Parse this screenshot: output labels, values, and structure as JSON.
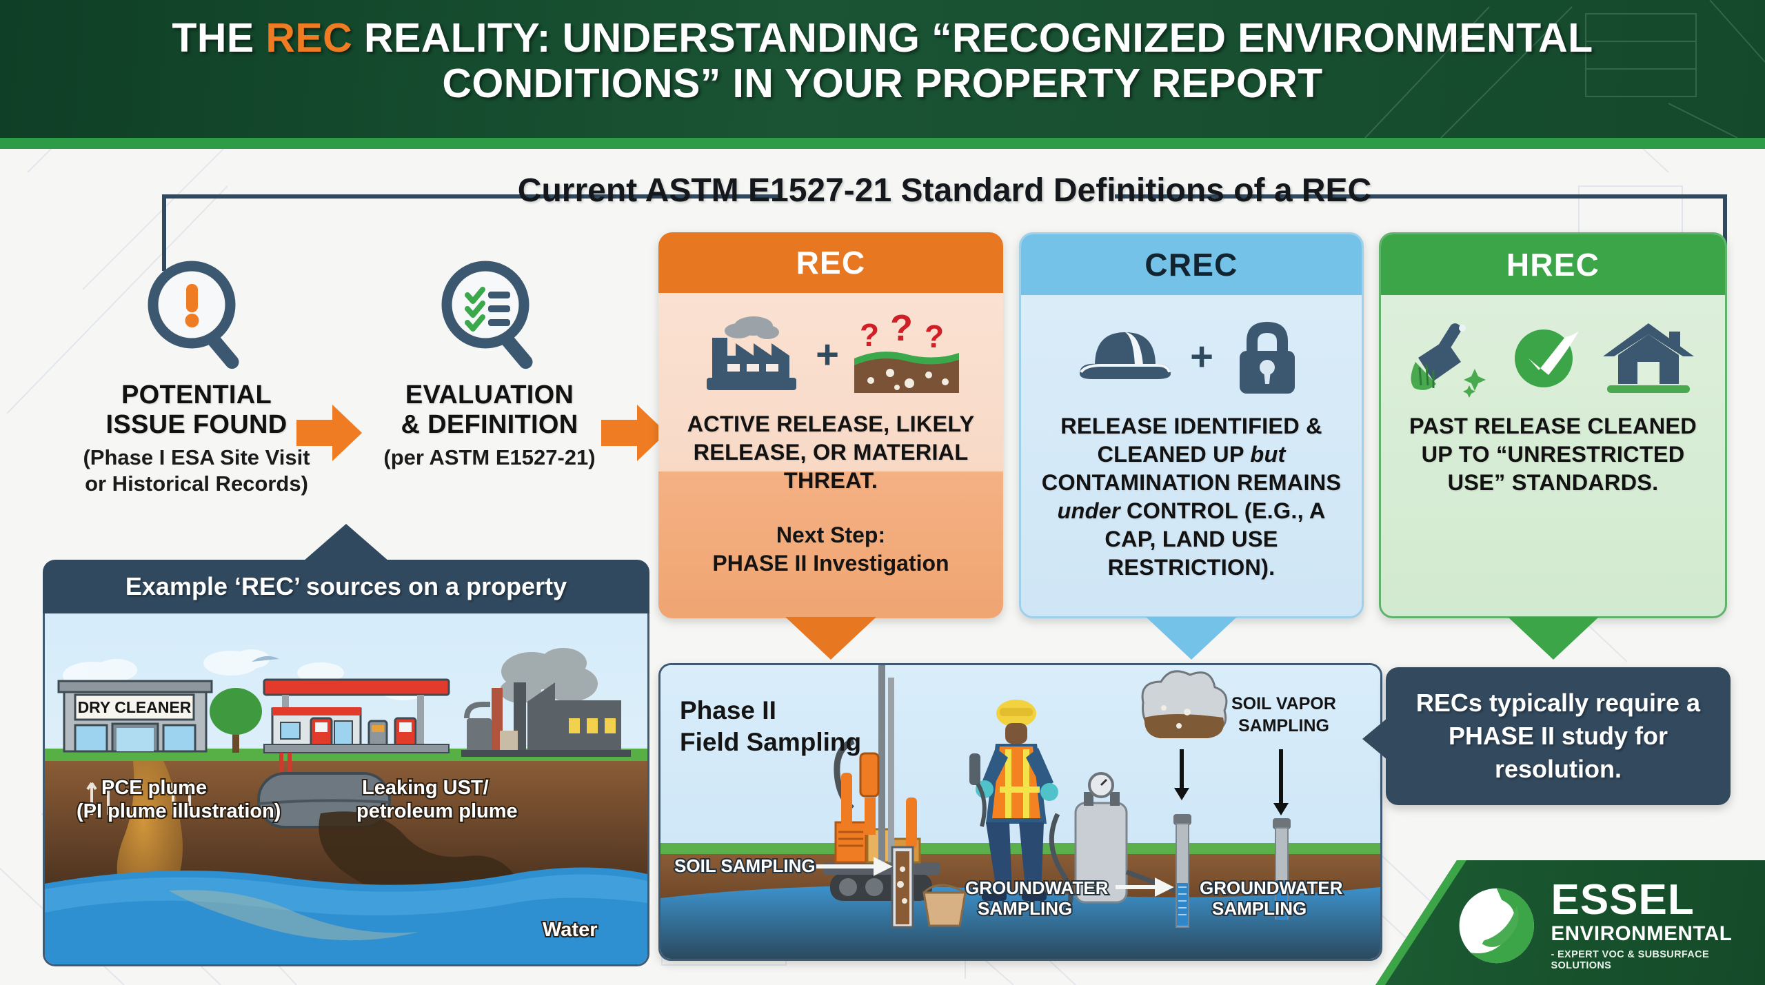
{
  "header": {
    "title_prefix": "THE ",
    "title_highlight": "REC",
    "title_rest": " REALITY: UNDERSTANDING “RECOGNIZED ENVIRONMENTAL CONDITIONS” IN YOUR PROPERTY REPORT",
    "bg_color": "#15492c",
    "accent_color": "#2e9b46",
    "highlight_color": "#ef7c22"
  },
  "section": {
    "bracket_title": "Current ASTM E1527-21 Standard Definitions of a REC"
  },
  "flow": {
    "steps": [
      {
        "icon": "alert-magnifier-icon",
        "title": "POTENTIAL\nISSUE FOUND",
        "title_line1": "POTENTIAL",
        "title_line2": "ISSUE FOUND",
        "subtitle": "(Phase I ESA Site Visit or Historical Records)"
      },
      {
        "icon": "checklist-magnifier-icon",
        "title_line1": "EVALUATION",
        "title_line2": "& DEFINITION",
        "subtitle": "(per ASTM E1527-21)"
      }
    ],
    "arrow_color": "#ef7c22"
  },
  "cards": [
    {
      "id": "rec",
      "label": "REC",
      "head_bg": "#e87722",
      "head_color": "#ffffff",
      "icons": [
        "factory-smokestack-icon",
        "plus-sign",
        "contaminated-soil-question-icon"
      ],
      "body_text": "ACTIVE RELEASE, LIKELY RELEASE, OR MATERIAL THREAT.",
      "foot_line1": "Next Step:",
      "foot_line2": "PHASE II Investigation"
    },
    {
      "id": "crec",
      "label": "CREC",
      "head_bg": "#74c2e8",
      "head_color": "#122430",
      "icons": [
        "cap-icon",
        "plus-sign",
        "padlock-icon"
      ],
      "body_html": "RELEASE IDENTIFIED &amp; CLEANED UP <em>but</em> CONTAMINATION REMAINS <em>under</em> CONTROL (e.g., A CAP, LAND USE RESTRICTION).",
      "body_text": "RELEASE IDENTIFIED & CLEANED UP but CONTAMINATION REMAINS under CONTROL (e.g., A CAP, LAND USE RESTRICTION)."
    },
    {
      "id": "hrec",
      "label": "HREC",
      "head_bg": "#3ca547",
      "head_color": "#ffffff",
      "icons": [
        "broom-icon",
        "green-check-circle-icon",
        "house-icon"
      ],
      "body_text": "PAST RELEASE CLEANED UP TO “UNRESTRICTED USE” STANDARDS."
    }
  ],
  "panel_left": {
    "title": "Example ‘REC’ sources on a property",
    "building_sign": "DRY CLEANER",
    "labels": {
      "pce_line1": "PCE plume",
      "pce_line2": "(PI plume illustration)",
      "ust_line1": "Leaking UST/",
      "ust_line2": "petroleum plume",
      "water": "Water"
    }
  },
  "panel_phase": {
    "title_line1": "Phase II",
    "title_line2": "Field Sampling",
    "labels": {
      "soil_vapor_line1": "SOIL VAPOR",
      "soil_vapor_line2": "SAMPLING",
      "soil_sampling": "SOIL SAMPLING",
      "groundwater_a_line1": "GROUNDWATER",
      "groundwater_a_line2": "SAMPLING",
      "groundwater_b_line1": "GROUNDWATER",
      "groundwater_b_line2": "SAMPLING"
    }
  },
  "callout": {
    "text": "RECs typically require a PHASE II study for resolution.",
    "bg_color": "#33495d"
  },
  "logo": {
    "name": "ESSEL",
    "sub": "ENVIRONMENTAL",
    "tagline": "- EXPERT VOC & SUBSURFACE SOLUTIONS",
    "bg_color": "#17512c",
    "accent_color": "#3ca547"
  }
}
